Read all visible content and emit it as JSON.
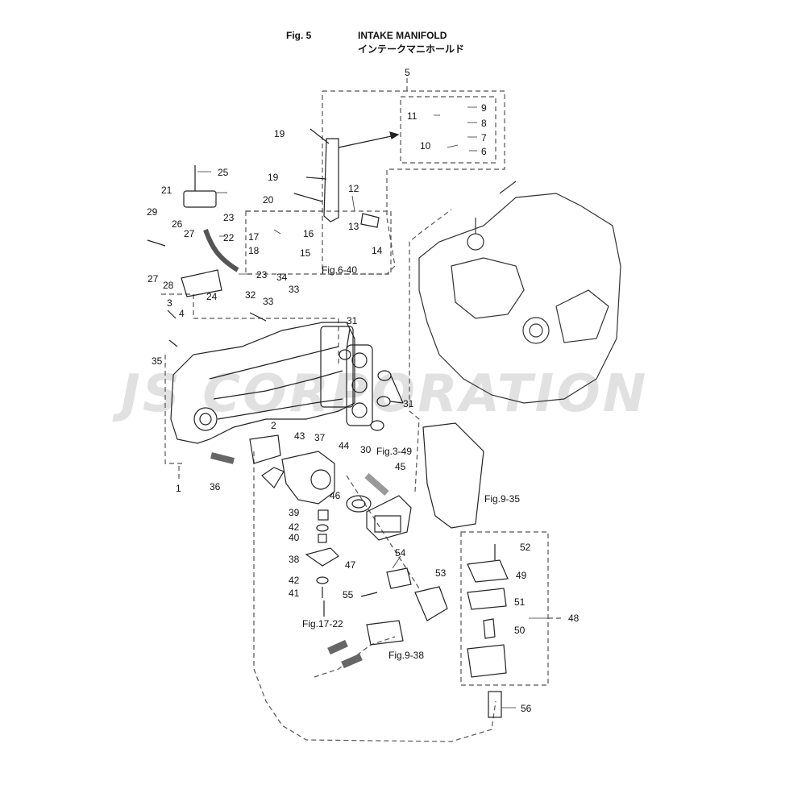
{
  "header": {
    "fig_no": "Fig. 5",
    "title": "INTAKE MANIFOLD",
    "subtitle": "インテークマニホールド"
  },
  "watermark": {
    "text": "JS CORPORATION"
  },
  "refs": {
    "fig_6_40": "Fig.6-40",
    "fig_3_49": "Fig.3-49",
    "fig_9_35": "Fig.9-35",
    "fig_17_22": "Fig.17-22",
    "fig_9_38": "Fig.9-38"
  },
  "labels": {
    "p1": "1",
    "p2": "2",
    "p3": "3",
    "p4": "4",
    "p5": "5",
    "p6": "6",
    "p7": "7",
    "p8": "8",
    "p9": "9",
    "p10": "10",
    "p11": "11",
    "p12": "12",
    "p13": "13",
    "p14": "14",
    "p15": "15",
    "p16": "16",
    "p17": "17",
    "p18": "18",
    "p19a": "19",
    "p19b": "19",
    "p20": "20",
    "p21": "21",
    "p22": "22",
    "p23a": "23",
    "p23b": "23",
    "p24": "24",
    "p25": "25",
    "p26": "26",
    "p27a": "27",
    "p27b": "27",
    "p28": "28",
    "p29": "29",
    "p30": "30",
    "p31a": "31",
    "p31b": "31",
    "p32": "32",
    "p33a": "33",
    "p33b": "33",
    "p34": "34",
    "p35": "35",
    "p36": "36",
    "p37": "37",
    "p38": "38",
    "p39": "39",
    "p40": "40",
    "p41": "41",
    "p42a": "42",
    "p42b": "42",
    "p43": "43",
    "p44": "44",
    "p45": "45",
    "p46": "46",
    "p47": "47",
    "p48": "48",
    "p49": "49",
    "p50": "50",
    "p51": "51",
    "p52": "52",
    "p53": "53",
    "p54": "54",
    "p55": "55",
    "p56": "56"
  }
}
